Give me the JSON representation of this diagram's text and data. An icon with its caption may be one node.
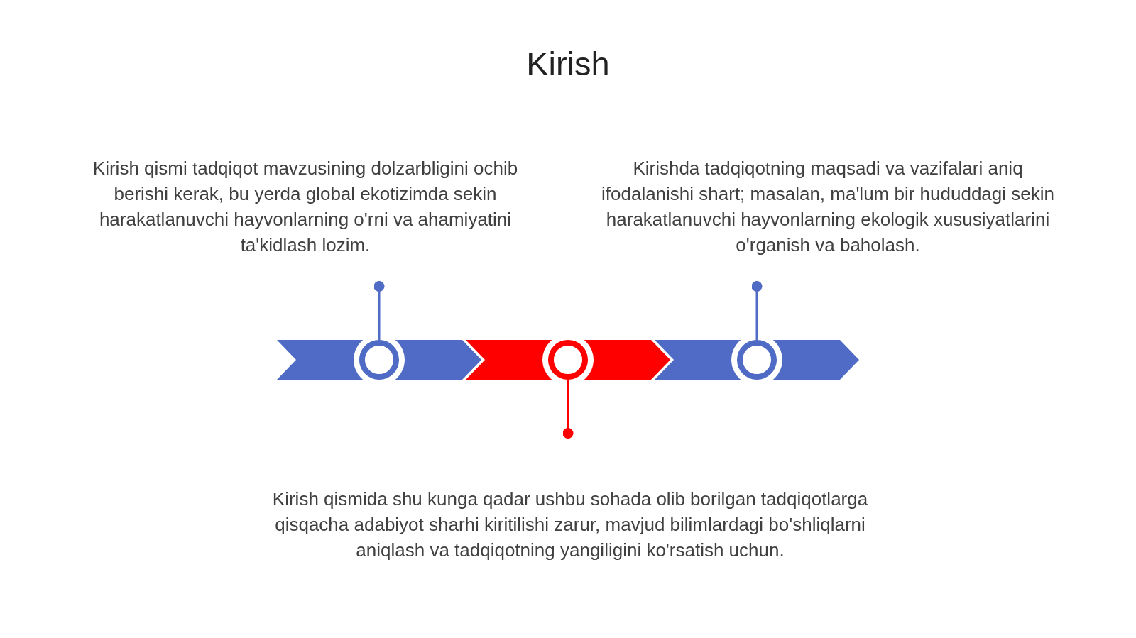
{
  "diagram": {
    "title": "Kirish",
    "nodes": [
      {
        "text": [
          "Kirish qismi tadqiqot mavzusining dolzarbligini ochib berishi kerak, bu yerda global ekotizimda sekin harakatlanuvchi hayvonlarning o'rni va ahamiyatini ta'kidlash lozim."
        ]
      },
      {
        "text": [
          "Kirishda tadqiqotning maqsadi va vazifalari aniq ifodalanishi shart; masalan, ma'lum bir hududdagi sekin harakatlanuvchi hayvonlarning ekologik xususiyatlarini o'rganish va baholash."
        ]
      },
      {
        "text": [],
        "shape": "chevron"
      },
      {
        "text": [],
        "shape": "chevron"
      },
      {
        "text": [],
        "shape": "chevron"
      },
      {
        "text": [],
        "shape": "circle",
        "in": 2
      },
      {
        "text": [],
        "shape": "circle",
        "in": 3
      },
      {
        "text": [],
        "shape": "circle",
        "in": 4
      },
      {
        "text": [
          "Kirish qismida shu kunga qadar ushbu sohada olib borilgan tadqiqotlarga qisqacha adabiyot sharhi kiritilishi zarur, mavjud bilimlardagi bo'shliqlarni aniqlash va tadqiqotning yangiligini ko'rsatish uchun."
        ]
      }
    ],
    "edges": [
      {
        "from": 5,
        "to": 0,
        "arrow": "other"
      },
      {
        "from": 6,
        "to": 8,
        "arrow": "other",
        "color": "#ff0000"
      },
      {
        "from": 7,
        "to": 1,
        "arrow": "other"
      }
    ]
  }
}
